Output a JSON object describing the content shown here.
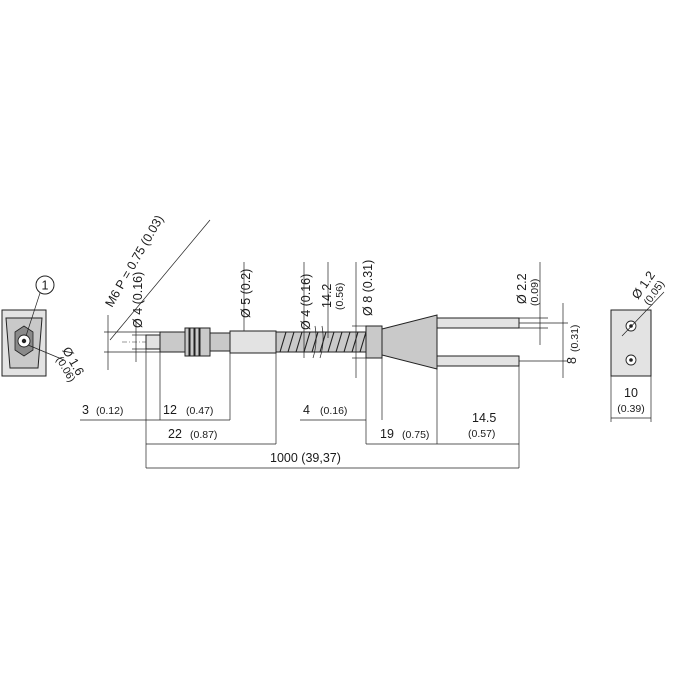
{
  "callout": "1",
  "front_view": {
    "dim_d": "Ø 1.6",
    "dim_d_in": "(0.06)"
  },
  "side_view": {
    "dim_thread": "M6 P = 0.75 (0.03)",
    "dim_d4": "Ø 4 (0.16)",
    "dim_d5": "Ø 5 (0.2)",
    "dim_d4_b": "Ø 4 (0.16)",
    "dim_14_2": "14.2",
    "dim_14_2_in": "(0.56)",
    "dim_d8": "Ø 8 (0.31)",
    "dim_d2_2": "Ø 2.2",
    "dim_d2_2_in": "(0.09)",
    "dim_8": "8",
    "dim_8_in": "(0.31)",
    "len_3": "3",
    "len_3_in": "(0.12)",
    "len_12": "12",
    "len_12_in": "(0.47)",
    "len_22": "22",
    "len_22_in": "(0.87)",
    "len_4": "4",
    "len_4_in": "(0.16)",
    "len_19": "19",
    "len_19_in": "(0.75)",
    "len_14_5": "14.5",
    "len_14_5_in": "(0.57)",
    "len_1000": "1000 (39,37)"
  },
  "end_view": {
    "dim_d1_2": "Ø 1.2",
    "dim_d1_2_in": "(0.05)",
    "dim_10": "10",
    "dim_10_in": "(0.39)"
  }
}
